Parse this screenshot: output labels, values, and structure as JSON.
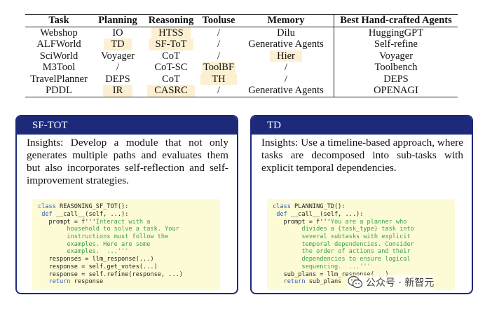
{
  "table": {
    "headers": [
      "Task",
      "Planning",
      "Reasoning",
      "Tooluse",
      "Memory",
      "Best Hand-crafted Agents"
    ],
    "rows": [
      {
        "task": "Webshop",
        "planning": "IO",
        "reasoning": "HTSS",
        "tooluse": "/",
        "memory": "Dilu",
        "best": "HuggingGPT"
      },
      {
        "task": "ALFWorld",
        "planning": "TD",
        "reasoning": "SF-ToT",
        "tooluse": "/",
        "memory": "Generative Agents",
        "best": "Self-refine"
      },
      {
        "task": "SciWorld",
        "planning": "Voyager",
        "reasoning": "CoT",
        "tooluse": "/",
        "memory": "Hier",
        "best": "Voyager"
      },
      {
        "task": "M3Tool",
        "planning": "/",
        "reasoning": "CoT-SC",
        "tooluse": "ToolBF",
        "memory": "/",
        "best": "Toolbench"
      },
      {
        "task": "TravelPlanner",
        "planning": "DEPS",
        "reasoning": "CoT",
        "tooluse": "TH",
        "memory": "/",
        "best": "DEPS"
      },
      {
        "task": "PDDL",
        "planning": "IR",
        "reasoning": "CASRC",
        "tooluse": "/",
        "memory": "Generative Agents",
        "best": "OPENAGI"
      }
    ],
    "highlight_color": "#fdf0d2"
  },
  "panels": {
    "left": {
      "title": "SF-TOT",
      "insight": "Insights: Develop a module that not only generates multiple paths and evaluates them but also incorporates self-reflection and self-improvement strategies.",
      "code": {
        "l1_kw": "class",
        "l1": " REASONING_SF_TOT():",
        "l2_kw": "def",
        "l2": " __call__(self, ...):",
        "l3": "prompt = f'''",
        "l3_str": "Interact with a",
        "l4_str": "household to solve a task. Your",
        "l5_str": "instructions must follow the",
        "l6_str": "examples. Here are some",
        "l7_str": "examples.  ...'''",
        "l8": "responses = llm_response(...)",
        "l9": "response = self.get_votes(...)",
        "l10": "response = self.refine(response, ...)",
        "l11_kw": "return",
        "l11": " response"
      }
    },
    "right": {
      "title": "TD",
      "insight": "Insights: Use a timeline-based approach, where tasks are decomposed into sub-tasks with explicit temporal dependencies.",
      "code": {
        "l1_kw": "class",
        "l1": " PLANNING_TD():",
        "l2_kw": "def",
        "l2": " __call__(self, ...):",
        "l3": "prompt = f'''",
        "l3_str": "You are a planner who",
        "l4_str": "divides a {task_type} task into",
        "l5_str": "several subtasks with explicit",
        "l6_str": "temporal dependencies. Consider",
        "l7_str": "the order of actions and their",
        "l8_str": "dependencies to ensure logical",
        "l9_str": "sequencing.  ...'''",
        "l10": "sub_plans = llm_response(...)",
        "l11_kw": "return",
        "l11": " sub_plans"
      }
    },
    "header_color": "#1d2a7a",
    "code_bg": "#fdfbd5"
  },
  "watermark": {
    "icon": "wechat-icon",
    "text": "公众号 · 新智元"
  }
}
